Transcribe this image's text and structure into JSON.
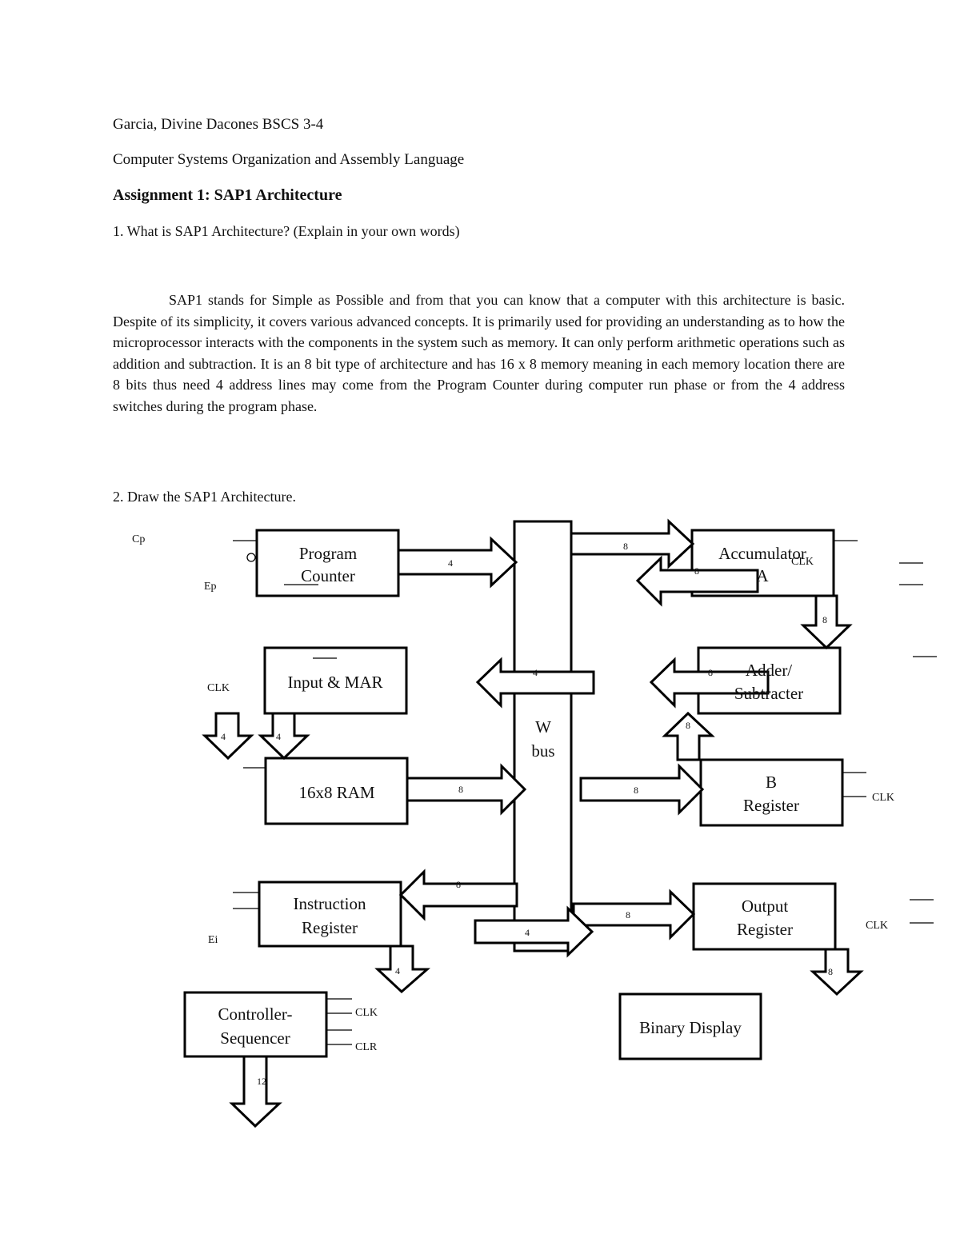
{
  "header": {
    "name_line": "Garcia, Divine Dacones BSCS 3-4",
    "course": "Computer Systems Organization and Assembly Language",
    "title": "Assignment 1: SAP1 Architecture"
  },
  "q1": {
    "question": "1. What is SAP1 Architecture? (Explain in your own words)",
    "answer": "SAP1 stands for Simple as Possible and from that you can know that a computer with this architecture is basic. Despite of its simplicity, it covers various advanced concepts. It is primarily used for providing an understanding as to how the microprocessor interacts with the components in the system such as memory. It can only perform arithmetic operations such as addition and subtraction. It is an 8 bit type of architecture and has 16 x 8 memory meaning in each memory location there are 8 bits thus need 4 address lines may come from the Program Counter during computer run phase or from the 4 address switches during the program phase."
  },
  "q2": {
    "question": "2. Draw the SAP1 Architecture."
  },
  "diagram": {
    "blocks": {
      "pc": [
        "Program",
        "Counter"
      ],
      "input_mar": [
        "Input & MAR"
      ],
      "ram": [
        "16x8 RAM"
      ],
      "ir": [
        "Instruction",
        "Register"
      ],
      "ctrl": [
        "Controller-",
        "Sequencer"
      ],
      "wbus": [
        "W",
        "bus"
      ],
      "acc": [
        "Accumulator",
        "A"
      ],
      "addsub": [
        "Adder/",
        "Subtracter"
      ],
      "breg": [
        "B",
        "Register"
      ],
      "outreg": [
        "Output",
        "Register"
      ],
      "bindisp": [
        "Binary Display"
      ]
    },
    "signals": {
      "cp": "Cp",
      "ep": "Ep",
      "clk": "CLK",
      "clr": "CLR",
      "ei": "Ei"
    },
    "widths": {
      "pc_bus": "4",
      "acc_bus": "8",
      "bus_acc": "8",
      "acc_add": "8",
      "bus_mar": "4",
      "add_bus": "8",
      "b_add": "8",
      "mar_ram_left": "4",
      "mar_ram": "4",
      "ram_bus": "8",
      "bus_b": "8",
      "bus_ir": "8",
      "ir_bus": "4",
      "bus_out": "8",
      "ir_ctrl": "4",
      "out_disp": "8",
      "ctrl_out": "12"
    }
  }
}
